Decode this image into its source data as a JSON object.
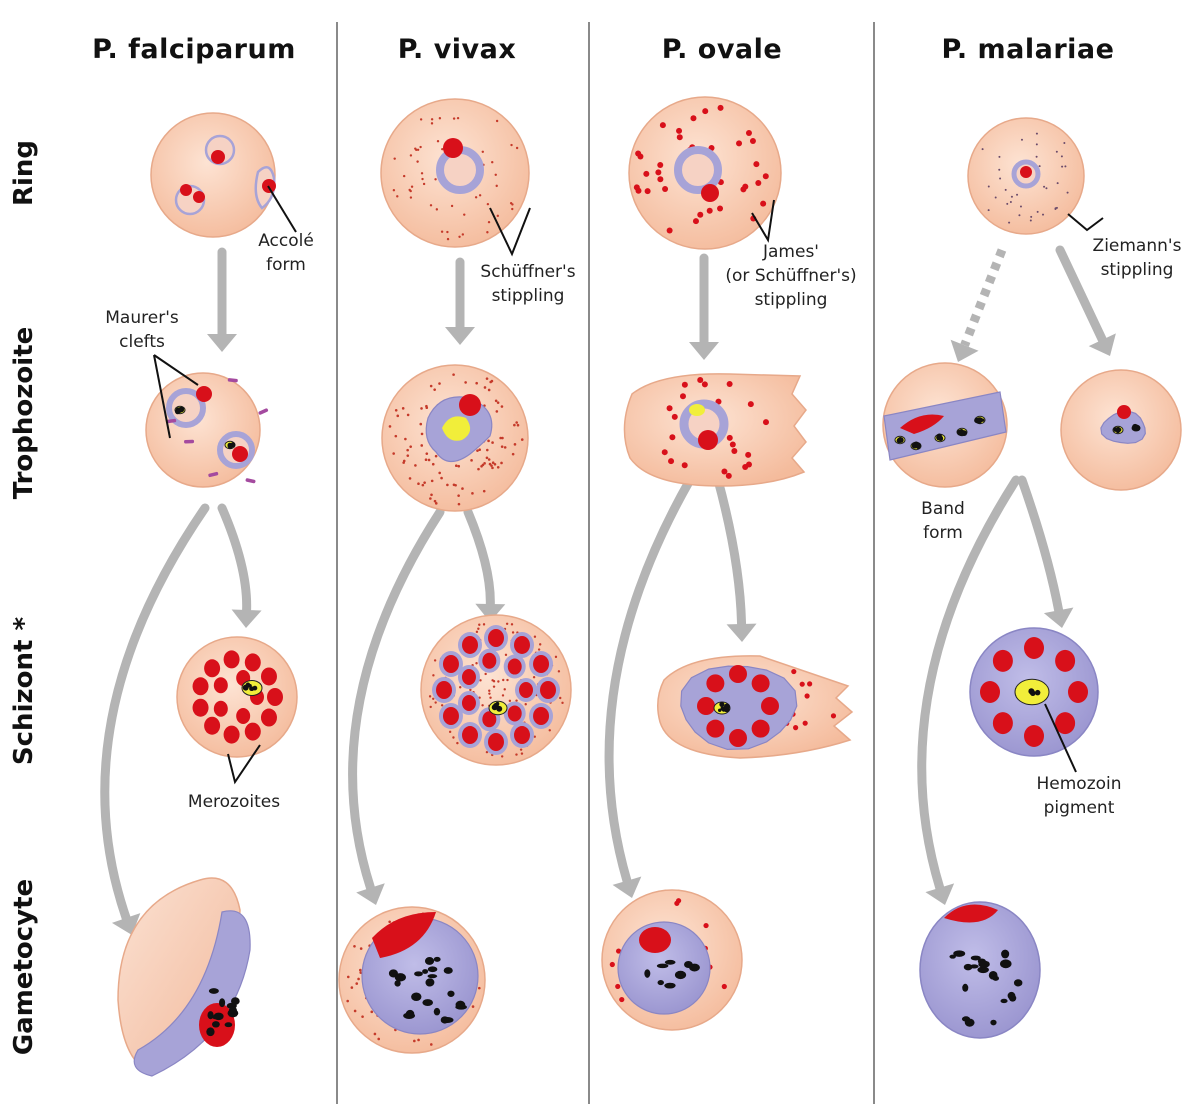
{
  "columns": [
    "P. falciparum",
    "P. vivax",
    "P. ovale",
    "P. malariae"
  ],
  "rows": [
    "Ring",
    "Trophozoite",
    "Schizont *",
    "Gametocyte"
  ],
  "annotations": {
    "accole_l1": "Accolé",
    "accole_l2": "form",
    "maurers_l1": "Maurer's",
    "maurers_l2": "clefts",
    "merozoites": "Merozoites",
    "schuffner_l1": "Schüffner's",
    "schuffner_l2": "stippling",
    "james_l1": "James'",
    "james_l2": "(or Schüffner's)",
    "james_l3": "stippling",
    "ziemann_l1": "Ziemann's",
    "ziemann_l2": "stippling",
    "band_l1": "Band",
    "band_l2": "form",
    "hemozoin_l1": "Hemozoin",
    "hemozoin_l2": "pigment"
  },
  "colors": {
    "cell": "#f8c9ad",
    "cell_edge": "#e7a98a",
    "parasite": "#a7a3d7",
    "parasite_edge": "#8a86c4",
    "chromatin": "#d8101a",
    "pigment": "#f1ee3a",
    "arrow": "#b4b4b4",
    "divider": "#8a8a8a"
  }
}
